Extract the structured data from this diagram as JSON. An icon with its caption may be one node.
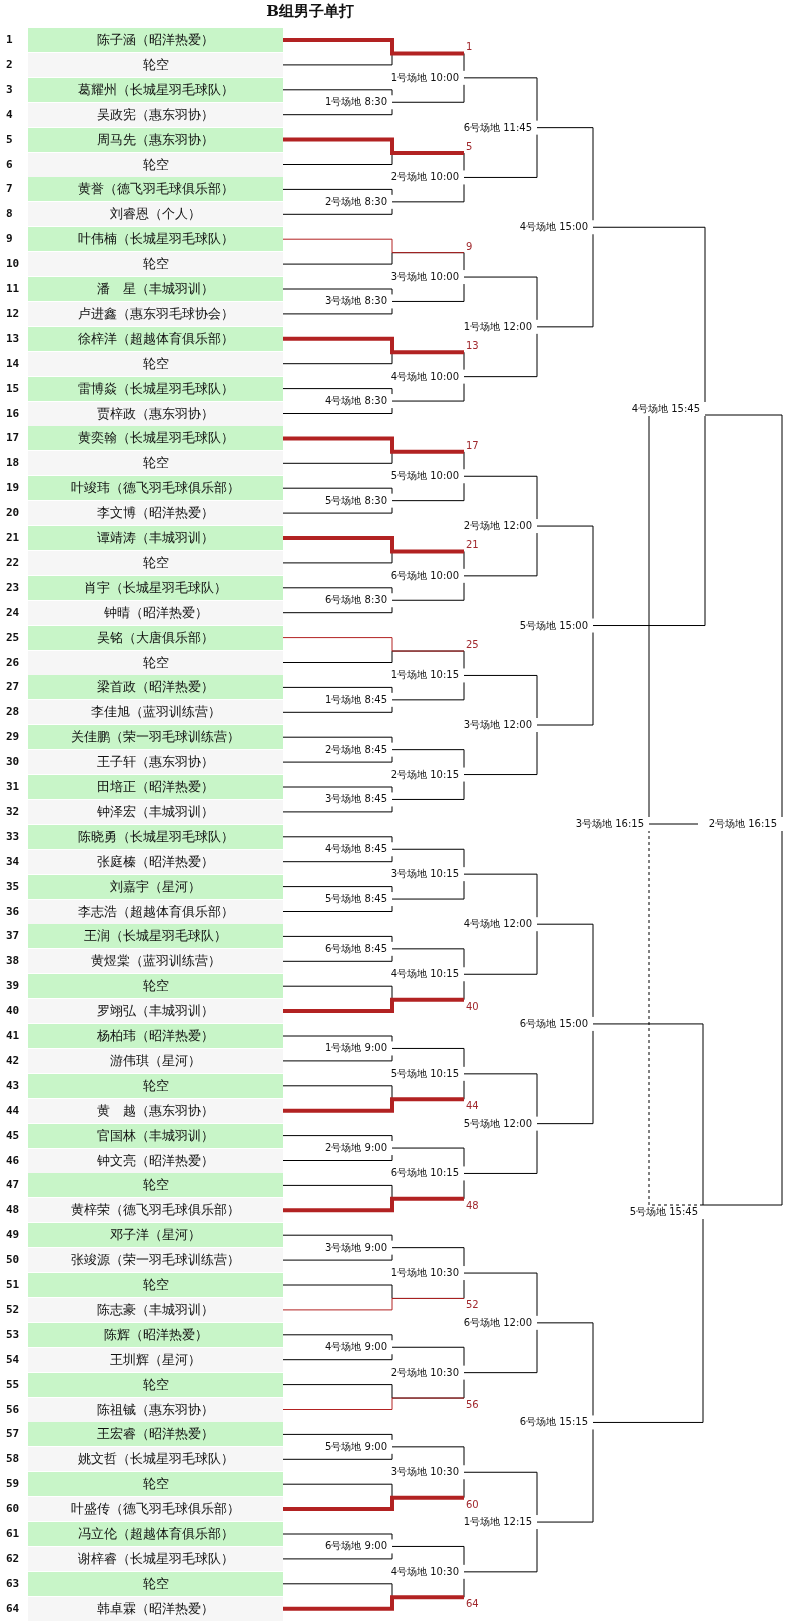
{
  "diagram": {
    "title": "B组男子单打",
    "nodes": [
      {
        "text": [
          "陈子涵（昭洋热爱）"
        ],
        "beside": [
          "1"
        ]
      },
      {
        "text": [
          "轮空"
        ],
        "beside": [
          "2"
        ]
      },
      {
        "text": [
          "葛耀州（长城星羽毛球队）"
        ],
        "beside": [
          "3"
        ]
      },
      {
        "text": [
          "吴政宪（惠东羽协）"
        ],
        "beside": [
          "4"
        ]
      },
      {
        "text": [
          "周马先（惠东羽协）"
        ],
        "beside": [
          "5"
        ]
      },
      {
        "text": [
          "轮空"
        ],
        "beside": [
          "6"
        ]
      },
      {
        "text": [
          "黄誉（德飞羽毛球俱乐部）"
        ],
        "beside": [
          "7"
        ]
      },
      {
        "text": [
          "刘睿恩（个人）"
        ],
        "beside": [
          "8"
        ]
      },
      {
        "text": [
          "叶伟楠（长城星羽毛球队）"
        ],
        "beside": [
          "9"
        ]
      },
      {
        "text": [
          "轮空"
        ],
        "beside": [
          "10"
        ]
      },
      {
        "text": [
          "潘　星（丰城羽训）"
        ],
        "beside": [
          "11"
        ]
      },
      {
        "text": [
          "卢进鑫（惠东羽毛球协会）"
        ],
        "beside": [
          "12"
        ]
      },
      {
        "text": [
          "徐梓洋（超越体育俱乐部）"
        ],
        "beside": [
          "13"
        ]
      },
      {
        "text": [
          "轮空"
        ],
        "beside": [
          "14"
        ]
      },
      {
        "text": [
          "雷博焱（长城星羽毛球队）"
        ],
        "beside": [
          "15"
        ]
      },
      {
        "text": [
          "贾梓政（惠东羽协）"
        ],
        "beside": [
          "16"
        ]
      },
      {
        "text": [
          "黄奕翰（长城星羽毛球队）"
        ],
        "beside": [
          "17"
        ]
      },
      {
        "text": [
          "轮空"
        ],
        "beside": [
          "18"
        ]
      },
      {
        "text": [
          "叶竣玮（德飞羽毛球俱乐部）"
        ],
        "beside": [
          "19"
        ]
      },
      {
        "text": [
          "李文博（昭洋热爱）"
        ],
        "beside": [
          "20"
        ]
      },
      {
        "text": [
          "谭靖涛（丰城羽训）"
        ],
        "beside": [
          "21"
        ]
      },
      {
        "text": [
          "轮空"
        ],
        "beside": [
          "22"
        ]
      },
      {
        "text": [
          "肖宇（长城星羽毛球队）"
        ],
        "beside": [
          "23"
        ]
      },
      {
        "text": [
          "钟晴（昭洋热爱）"
        ],
        "beside": [
          "24"
        ]
      },
      {
        "text": [
          "吴铭（大唐俱乐部）"
        ],
        "beside": [
          "25"
        ]
      },
      {
        "text": [
          "轮空"
        ],
        "beside": [
          "26"
        ]
      },
      {
        "text": [
          "梁首政（昭洋热爱）"
        ],
        "beside": [
          "27"
        ]
      },
      {
        "text": [
          "李佳旭（蓝羽训练营）"
        ],
        "beside": [
          "28"
        ]
      },
      {
        "text": [
          "关佳鹏（荣一羽毛球训练营）"
        ],
        "beside": [
          "29"
        ]
      },
      {
        "text": [
          "王子轩（惠东羽协）"
        ],
        "beside": [
          "30"
        ]
      },
      {
        "text": [
          "田培正（昭洋热爱）"
        ],
        "beside": [
          "31"
        ]
      },
      {
        "text": [
          "钟泽宏（丰城羽训）"
        ],
        "beside": [
          "32"
        ]
      },
      {
        "text": [
          "陈晓勇（长城星羽毛球队）"
        ],
        "beside": [
          "33"
        ]
      },
      {
        "text": [
          "张庭榛（昭洋热爱）"
        ],
        "beside": [
          "34"
        ]
      },
      {
        "text": [
          "刘嘉宇（星河）"
        ],
        "beside": [
          "35"
        ]
      },
      {
        "text": [
          "李志浩（超越体育俱乐部）"
        ],
        "beside": [
          "36"
        ]
      },
      {
        "text": [
          "王润（长城星羽毛球队）"
        ],
        "beside": [
          "37"
        ]
      },
      {
        "text": [
          "黄煜棠（蓝羽训练营）"
        ],
        "beside": [
          "38"
        ]
      },
      {
        "text": [
          "轮空"
        ],
        "beside": [
          "39"
        ]
      },
      {
        "text": [
          "罗翊弘（丰城羽训）"
        ],
        "beside": [
          "40"
        ]
      },
      {
        "text": [
          "杨柏玮（昭洋热爱）"
        ],
        "beside": [
          "41"
        ]
      },
      {
        "text": [
          "游伟琪（星河）"
        ],
        "beside": [
          "42"
        ]
      },
      {
        "text": [
          "轮空"
        ],
        "beside": [
          "43"
        ]
      },
      {
        "text": [
          "黄　越（惠东羽协）"
        ],
        "beside": [
          "44"
        ]
      },
      {
        "text": [
          "官国林（丰城羽训）"
        ],
        "beside": [
          "45"
        ]
      },
      {
        "text": [
          "钟文亮（昭洋热爱）"
        ],
        "beside": [
          "46"
        ]
      },
      {
        "text": [
          "轮空"
        ],
        "beside": [
          "47"
        ]
      },
      {
        "text": [
          "黄梓荣（德飞羽毛球俱乐部）"
        ],
        "beside": [
          "48"
        ]
      },
      {
        "text": [
          "邓子洋（星河）"
        ],
        "beside": [
          "49"
        ]
      },
      {
        "text": [
          "张竣源（荣一羽毛球训练营）"
        ],
        "beside": [
          "50"
        ]
      },
      {
        "text": [
          "轮空"
        ],
        "beside": [
          "51"
        ]
      },
      {
        "text": [
          "陈志豪（丰城羽训）"
        ],
        "beside": [
          "52"
        ]
      },
      {
        "text": [
          "陈辉（昭洋热爱）"
        ],
        "beside": [
          "53"
        ]
      },
      {
        "text": [
          "王圳辉（星河）"
        ],
        "beside": [
          "54"
        ]
      },
      {
        "text": [
          "轮空"
        ],
        "beside": [
          "55"
        ]
      },
      {
        "text": [
          "陈祖铖（惠东羽协）"
        ],
        "beside": [
          "56"
        ]
      },
      {
        "text": [
          "王宏睿（昭洋热爱）"
        ],
        "beside": [
          "57"
        ]
      },
      {
        "text": [
          "姚文哲（长城星羽毛球队）"
        ],
        "beside": [
          "58"
        ]
      },
      {
        "text": [
          "轮空"
        ],
        "beside": [
          "59"
        ]
      },
      {
        "text": [
          "叶盛传（德飞羽毛球俱乐部）"
        ],
        "beside": [
          "60"
        ]
      },
      {
        "text": [
          "冯立伦（超越体育俱乐部）"
        ],
        "beside": [
          "61"
        ]
      },
      {
        "text": [
          "谢梓睿（长城星羽毛球队）"
        ],
        "beside": [
          "62"
        ]
      },
      {
        "text": [
          "轮空"
        ],
        "beside": [
          "63"
        ]
      },
      {
        "text": [
          "韩卓霖（昭洋热爱）"
        ],
        "beside": [
          "64"
        ]
      },
      {
        "text": [
          "1"
        ]
      },
      {
        "text": [
          "5"
        ]
      },
      {
        "text": [
          "9"
        ]
      },
      {
        "text": [
          "13"
        ]
      },
      {
        "text": [
          "17"
        ]
      },
      {
        "text": [
          "21"
        ]
      },
      {
        "text": [
          "25"
        ]
      },
      {
        "text": [
          "40"
        ]
      },
      {
        "text": [
          "44"
        ]
      },
      {
        "text": [
          "48"
        ]
      },
      {
        "text": [
          "52"
        ]
      },
      {
        "text": [
          "56"
        ]
      },
      {
        "text": [
          "60"
        ]
      },
      {
        "text": [
          "64"
        ]
      },
      {
        "text": [
          "1号场地 8:30"
        ]
      },
      {
        "text": [
          "2号场地 8:30"
        ]
      },
      {
        "text": [
          "3号场地 8:30"
        ]
      },
      {
        "text": [
          "4号场地 8:30"
        ]
      },
      {
        "text": [
          "5号场地 8:30"
        ]
      },
      {
        "text": [
          "6号场地 8:30"
        ]
      },
      {
        "text": [
          "1号场地 8:45"
        ]
      },
      {
        "text": [
          "2号场地 8:45"
        ]
      },
      {
        "text": [
          "3号场地 8:45"
        ]
      },
      {
        "text": [
          "4号场地 8:45"
        ]
      },
      {
        "text": [
          "5号场地 8:45"
        ]
      },
      {
        "text": [
          "6号场地 8:45"
        ]
      },
      {
        "text": [
          "1号场地 9:00"
        ]
      },
      {
        "text": [
          "2号场地 9:00"
        ]
      },
      {
        "text": [
          "3号场地 9:00"
        ]
      },
      {
        "text": [
          "4号场地 9:00"
        ]
      },
      {
        "text": [
          "5号场地 9:00"
        ]
      },
      {
        "text": [
          "6号场地 9:00"
        ]
      },
      {
        "text": [
          "1号场地 10:00"
        ]
      },
      {
        "text": [
          "2号场地 10:00"
        ]
      },
      {
        "text": [
          "3号场地 10:00"
        ]
      },
      {
        "text": [
          "4号场地 10:00"
        ]
      },
      {
        "text": [
          "5号场地 10:00"
        ]
      },
      {
        "text": [
          "6号场地 10:00"
        ]
      },
      {
        "text": [
          "1号场地 10:15"
        ]
      },
      {
        "text": [
          "2号场地 10:15"
        ]
      },
      {
        "text": [
          "3号场地 10:15"
        ]
      },
      {
        "text": [
          "4号场地 10:15"
        ]
      },
      {
        "text": [
          "5号场地 10:15"
        ]
      },
      {
        "text": [
          "6号场地 10:15"
        ]
      },
      {
        "text": [
          "1号场地 10:30"
        ]
      },
      {
        "text": [
          "2号场地 10:30"
        ]
      },
      {
        "text": [
          "3号场地 10:30"
        ]
      },
      {
        "text": [
          "4号场地 10:30"
        ]
      },
      {
        "text": [
          "6号场地 11:45"
        ]
      },
      {
        "text": [
          "1号场地 12:00"
        ]
      },
      {
        "text": [
          "2号场地 12:00"
        ]
      },
      {
        "text": [
          "3号场地 12:00"
        ]
      },
      {
        "text": [
          "4号场地 12:00"
        ]
      },
      {
        "text": [
          "5号场地 12:00"
        ]
      },
      {
        "text": [
          "6号场地 12:00"
        ]
      },
      {
        "text": [
          "1号场地 12:15"
        ]
      },
      {
        "text": [
          "4号场地 15:00"
        ]
      },
      {
        "text": [
          "5号场地 15:00"
        ]
      },
      {
        "text": [
          "6号场地 15:00"
        ]
      },
      {
        "text": [
          "6号场地 15:15"
        ]
      },
      {
        "text": [
          "4号场地 15:45"
        ]
      },
      {
        "text": [
          "5号场地 15:45"
        ]
      },
      {
        "text": [
          "3号场地 16:15"
        ]
      },
      {
        "text": [
          "2号场地 16:15"
        ]
      }
    ],
    "edges": [
      {
        "from": 0,
        "to": 64,
        "arrow": "none",
        "color": "#b22222",
        "style": "thick"
      },
      {
        "from": 1,
        "to": 64,
        "arrow": "none"
      },
      {
        "from": 4,
        "to": 65,
        "arrow": "none",
        "color": "#b22222",
        "style": "thick"
      },
      {
        "from": 5,
        "to": 65,
        "arrow": "none"
      },
      {
        "from": 8,
        "to": 66,
        "arrow": "none",
        "color": "#b22222"
      },
      {
        "from": 9,
        "to": 66,
        "arrow": "none"
      },
      {
        "from": 12,
        "to": 67,
        "arrow": "none",
        "color": "#b22222",
        "style": "thick"
      },
      {
        "from": 13,
        "to": 67,
        "arrow": "none"
      },
      {
        "from": 16,
        "to": 68,
        "arrow": "none",
        "color": "#b22222",
        "style": "thick"
      },
      {
        "from": 17,
        "to": 68,
        "arrow": "none"
      },
      {
        "from": 20,
        "to": 69,
        "arrow": "none",
        "color": "#b22222",
        "style": "thick"
      },
      {
        "from": 21,
        "to": 69,
        "arrow": "none"
      },
      {
        "from": 24,
        "to": 70,
        "arrow": "none",
        "color": "#b22222"
      },
      {
        "from": 25,
        "to": 70,
        "arrow": "none"
      },
      {
        "from": 38,
        "to": 71,
        "arrow": "none"
      },
      {
        "from": 39,
        "to": 71,
        "arrow": "none",
        "color": "#b22222",
        "style": "thick"
      },
      {
        "from": 42,
        "to": 72,
        "arrow": "none"
      },
      {
        "from": 43,
        "to": 72,
        "arrow": "none",
        "color": "#b22222",
        "style": "thick"
      },
      {
        "from": 46,
        "to": 73,
        "arrow": "none"
      },
      {
        "from": 47,
        "to": 73,
        "arrow": "none",
        "color": "#b22222",
        "style": "thick"
      },
      {
        "from": 50,
        "to": 74,
        "arrow": "none"
      },
      {
        "from": 51,
        "to": 74,
        "arrow": "none",
        "color": "#b22222"
      },
      {
        "from": 54,
        "to": 75,
        "arrow": "none"
      },
      {
        "from": 55,
        "to": 75,
        "arrow": "none",
        "color": "#b22222"
      },
      {
        "from": 58,
        "to": 76,
        "arrow": "none"
      },
      {
        "from": 59,
        "to": 76,
        "arrow": "none",
        "color": "#b22222",
        "style": "thick"
      },
      {
        "from": 62,
        "to": 77,
        "arrow": "none"
      },
      {
        "from": 63,
        "to": 77,
        "arrow": "none",
        "color": "#b22222",
        "style": "thick"
      },
      {
        "from": 2,
        "to": 78,
        "arrow": "none"
      },
      {
        "from": 3,
        "to": 78,
        "arrow": "none"
      },
      {
        "from": 6,
        "to": 79,
        "arrow": "none"
      },
      {
        "from": 7,
        "to": 79,
        "arrow": "none"
      },
      {
        "from": 10,
        "to": 80,
        "arrow": "none"
      },
      {
        "from": 11,
        "to": 80,
        "arrow": "none"
      },
      {
        "from": 14,
        "to": 81,
        "arrow": "none"
      },
      {
        "from": 15,
        "to": 81,
        "arrow": "none"
      },
      {
        "from": 18,
        "to": 82,
        "arrow": "none"
      },
      {
        "from": 19,
        "to": 82,
        "arrow": "none"
      },
      {
        "from": 22,
        "to": 83,
        "arrow": "none"
      },
      {
        "from": 23,
        "to": 83,
        "arrow": "none"
      },
      {
        "from": 26,
        "to": 84,
        "arrow": "none"
      },
      {
        "from": 27,
        "to": 84,
        "arrow": "none"
      },
      {
        "from": 28,
        "to": 85,
        "arrow": "none"
      },
      {
        "from": 29,
        "to": 85,
        "arrow": "none"
      },
      {
        "from": 30,
        "to": 86,
        "arrow": "none"
      },
      {
        "from": 31,
        "to": 86,
        "arrow": "none"
      },
      {
        "from": 32,
        "to": 87,
        "arrow": "none"
      },
      {
        "from": 33,
        "to": 87,
        "arrow": "none"
      },
      {
        "from": 34,
        "to": 88,
        "arrow": "none"
      },
      {
        "from": 35,
        "to": 88,
        "arrow": "none"
      },
      {
        "from": 36,
        "to": 89,
        "arrow": "none"
      },
      {
        "from": 37,
        "to": 89,
        "arrow": "none"
      },
      {
        "from": 40,
        "to": 90,
        "arrow": "none"
      },
      {
        "from": 41,
        "to": 90,
        "arrow": "none"
      },
      {
        "from": 44,
        "to": 91,
        "arrow": "none"
      },
      {
        "from": 45,
        "to": 91,
        "arrow": "none"
      },
      {
        "from": 48,
        "to": 92,
        "arrow": "none"
      },
      {
        "from": 49,
        "to": 92,
        "arrow": "none"
      },
      {
        "from": 52,
        "to": 93,
        "arrow": "none"
      },
      {
        "from": 53,
        "to": 93,
        "arrow": "none"
      },
      {
        "from": 56,
        "to": 94,
        "arrow": "none"
      },
      {
        "from": 57,
        "to": 94,
        "arrow": "none"
      },
      {
        "from": 60,
        "to": 95,
        "arrow": "none"
      },
      {
        "from": 61,
        "to": 95,
        "arrow": "none"
      },
      {
        "from": 64,
        "to": 96,
        "arrow": "none"
      },
      {
        "from": 78,
        "to": 96,
        "arrow": "none"
      },
      {
        "from": 65,
        "to": 97,
        "arrow": "none"
      },
      {
        "from": 79,
        "to": 97,
        "arrow": "none"
      },
      {
        "from": 66,
        "to": 98,
        "arrow": "none"
      },
      {
        "from": 80,
        "to": 98,
        "arrow": "none"
      },
      {
        "from": 67,
        "to": 99,
        "arrow": "none"
      },
      {
        "from": 81,
        "to": 99,
        "arrow": "none"
      },
      {
        "from": 68,
        "to": 100,
        "arrow": "none"
      },
      {
        "from": 82,
        "to": 100,
        "arrow": "none"
      },
      {
        "from": 69,
        "to": 101,
        "arrow": "none"
      },
      {
        "from": 83,
        "to": 101,
        "arrow": "none"
      },
      {
        "from": 70,
        "to": 102,
        "arrow": "none"
      },
      {
        "from": 84,
        "to": 102,
        "arrow": "none"
      },
      {
        "from": 85,
        "to": 103,
        "arrow": "none"
      },
      {
        "from": 86,
        "to": 103,
        "arrow": "none"
      },
      {
        "from": 87,
        "to": 104,
        "arrow": "none"
      },
      {
        "from": 88,
        "to": 104,
        "arrow": "none"
      },
      {
        "from": 89,
        "to": 105,
        "arrow": "none"
      },
      {
        "from": 71,
        "to": 105,
        "arrow": "none"
      },
      {
        "from": 90,
        "to": 106,
        "arrow": "none"
      },
      {
        "from": 72,
        "to": 106,
        "arrow": "none"
      },
      {
        "from": 91,
        "to": 107,
        "arrow": "none"
      },
      {
        "from": 73,
        "to": 107,
        "arrow": "none"
      },
      {
        "from": 92,
        "to": 108,
        "arrow": "none"
      },
      {
        "from": 74,
        "to": 108,
        "arrow": "none"
      },
      {
        "from": 93,
        "to": 109,
        "arrow": "none"
      },
      {
        "from": 75,
        "to": 109,
        "arrow": "none"
      },
      {
        "from": 94,
        "to": 110,
        "arrow": "none"
      },
      {
        "from": 76,
        "to": 110,
        "arrow": "none"
      },
      {
        "from": 95,
        "to": 111,
        "arrow": "none"
      },
      {
        "from": 77,
        "to": 111,
        "arrow": "none"
      },
      {
        "from": 96,
        "to": 112,
        "arrow": "none"
      },
      {
        "from": 97,
        "to": 112,
        "arrow": "none"
      },
      {
        "from": 98,
        "to": 113,
        "arrow": "none"
      },
      {
        "from": 99,
        "to": 113,
        "arrow": "none"
      },
      {
        "from": 100,
        "to": 114,
        "arrow": "none"
      },
      {
        "from": 101,
        "to": 114,
        "arrow": "none"
      },
      {
        "from": 102,
        "to": 115,
        "arrow": "none"
      },
      {
        "from": 103,
        "to": 115,
        "arrow": "none"
      },
      {
        "from": 104,
        "to": 116,
        "arrow": "none"
      },
      {
        "from": 105,
        "to": 116,
        "arrow": "none"
      },
      {
        "from": 106,
        "to": 117,
        "arrow": "none"
      },
      {
        "from": 107,
        "to": 117,
        "arrow": "none"
      },
      {
        "from": 108,
        "to": 118,
        "arrow": "none"
      },
      {
        "from": 109,
        "to": 118,
        "arrow": "none"
      },
      {
        "from": 110,
        "to": 119,
        "arrow": "none"
      },
      {
        "from": 111,
        "to": 119,
        "arrow": "none"
      },
      {
        "from": 112,
        "to": 120,
        "arrow": "none"
      },
      {
        "from": 113,
        "to": 120,
        "arrow": "none"
      },
      {
        "from": 114,
        "to": 121,
        "arrow": "none"
      },
      {
        "from": 115,
        "to": 121,
        "arrow": "none"
      },
      {
        "from": 116,
        "to": 122,
        "arrow": "none"
      },
      {
        "from": 117,
        "to": 122,
        "arrow": "none"
      },
      {
        "from": 118,
        "to": 123,
        "arrow": "none"
      },
      {
        "from": 119,
        "to": 123,
        "arrow": "none"
      },
      {
        "from": 120,
        "to": 124,
        "arrow": "none"
      },
      {
        "from": 121,
        "to": 124,
        "arrow": "none"
      },
      {
        "from": 122,
        "to": 125,
        "arrow": "none"
      },
      {
        "from": 123,
        "to": 125,
        "arrow": "none"
      },
      {
        "from": 124,
        "to": 126,
        "arrow": "none"
      },
      {
        "from": 125,
        "to": 126,
        "arrow": "none",
        "style": "dashed"
      },
      {
        "from": 126,
        "to": 127,
        "arrow": "none"
      },
      {
        "from": 124,
        "to": 127,
        "arrow": "none"
      },
      {
        "from": 125,
        "to": 127,
        "arrow": "none"
      }
    ]
  }
}
